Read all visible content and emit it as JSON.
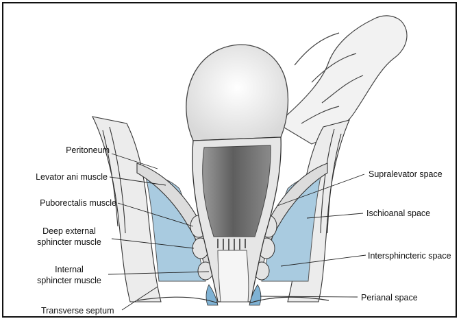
{
  "labels": {
    "peritoneum": "Peritoneum",
    "levator_ani": "Levator ani muscle",
    "puborectalis": "Puborectalis muscle",
    "deep_external_1": "Deep external",
    "deep_external_2": "sphincter muscle",
    "internal_1": "Internal",
    "internal_2": "sphincter muscle",
    "transverse_septum": "Transverse septum",
    "supralevator": "Supralevator space",
    "ischioanal": "Ischioanal space",
    "intersphincteric": "Intersphincteric space",
    "perianal": "Perianal space"
  },
  "colors": {
    "space_fill": "#a9cbe0",
    "tissue": "#e9e9e9",
    "rectum_dark": "#6f6f6f",
    "line": "#333333"
  }
}
